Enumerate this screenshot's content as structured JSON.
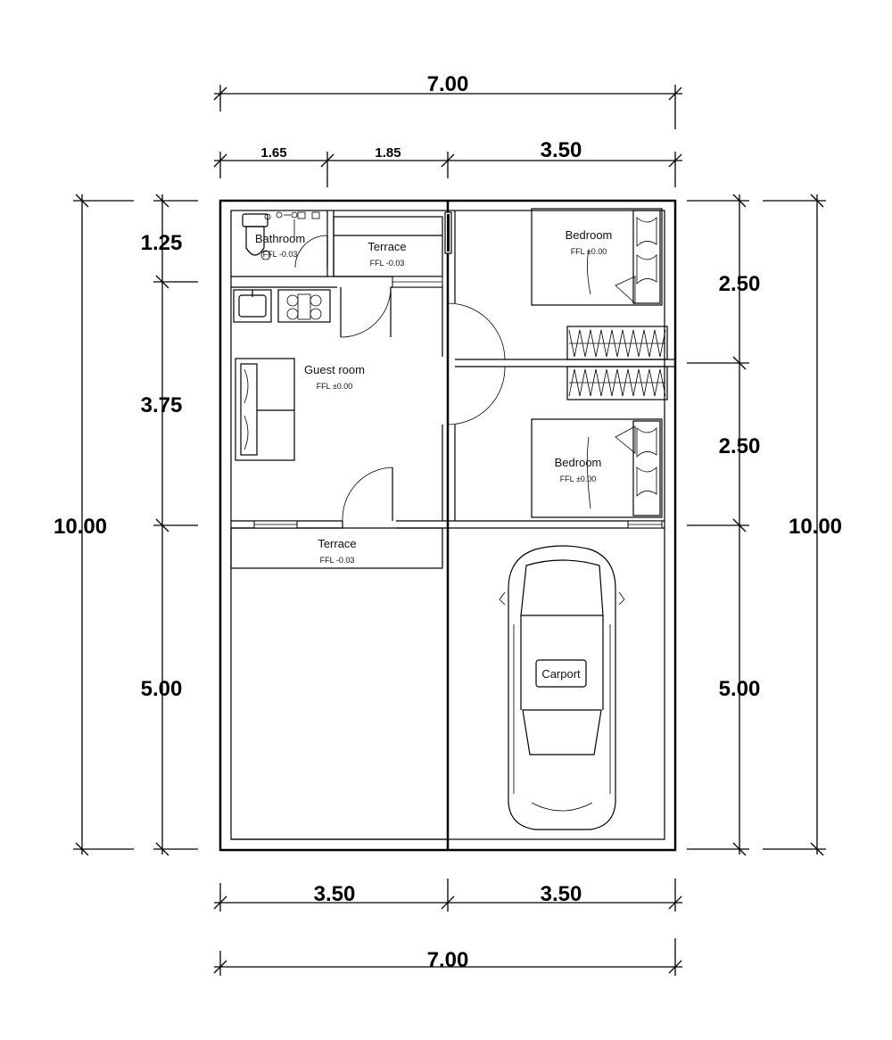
{
  "dimensions": {
    "top_total": "7.00",
    "top_seg_1": "1.65",
    "top_seg_2": "1.85",
    "top_seg_3": "3.50",
    "left_seg_1": "1.25",
    "left_seg_2": "3.75",
    "left_seg_3": "5.00",
    "left_total": "10.00",
    "right_seg_1": "2.50",
    "right_seg_2": "2.50",
    "right_seg_3": "5.00",
    "right_total": "10.00",
    "bottom_seg_1": "3.50",
    "bottom_seg_2": "3.50",
    "bottom_total": "7.00"
  },
  "rooms": {
    "bathroom": {
      "name": "Bathroom",
      "ffl": "FFL -0.03"
    },
    "terrace_top": {
      "name": "Terrace",
      "ffl": "FFL -0.03"
    },
    "bedroom_1": {
      "name": "Bedroom",
      "ffl": "FFL ±0.00"
    },
    "guest_room": {
      "name": "Guest room",
      "ffl": "FFL ±0.00"
    },
    "bedroom_2": {
      "name": "Bedroom",
      "ffl": "FFL ±0.00"
    },
    "terrace_bottom": {
      "name": "Terrace",
      "ffl": "FFL -0.03"
    },
    "carport": {
      "name": "Carport"
    }
  }
}
